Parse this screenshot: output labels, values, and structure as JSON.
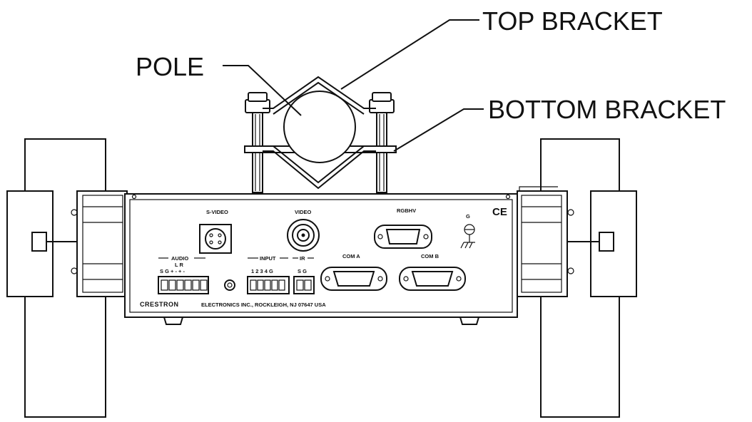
{
  "callouts": {
    "top_bracket": "TOP BRACKET",
    "pole": "POLE",
    "bottom_bracket": "BOTTOM BRACKET"
  },
  "panel": {
    "svideo": "S-VIDEO",
    "video": "VIDEO",
    "rgbhv": "RGBHV",
    "audio": "AUDIO",
    "audio_channels": "L   R",
    "audio_pins": "S G + - + -",
    "input": "INPUT",
    "input_pins": "1 2 3 4 G",
    "ir": "IR",
    "ir_pins": "S G",
    "com_a": "COM A",
    "com_b": "COM B",
    "ground": "G",
    "ce_mark": "CE",
    "brand": "CRESTRON",
    "address": "ELECTRONICS INC., ROCKLEIGH, NJ 07647   USA"
  }
}
